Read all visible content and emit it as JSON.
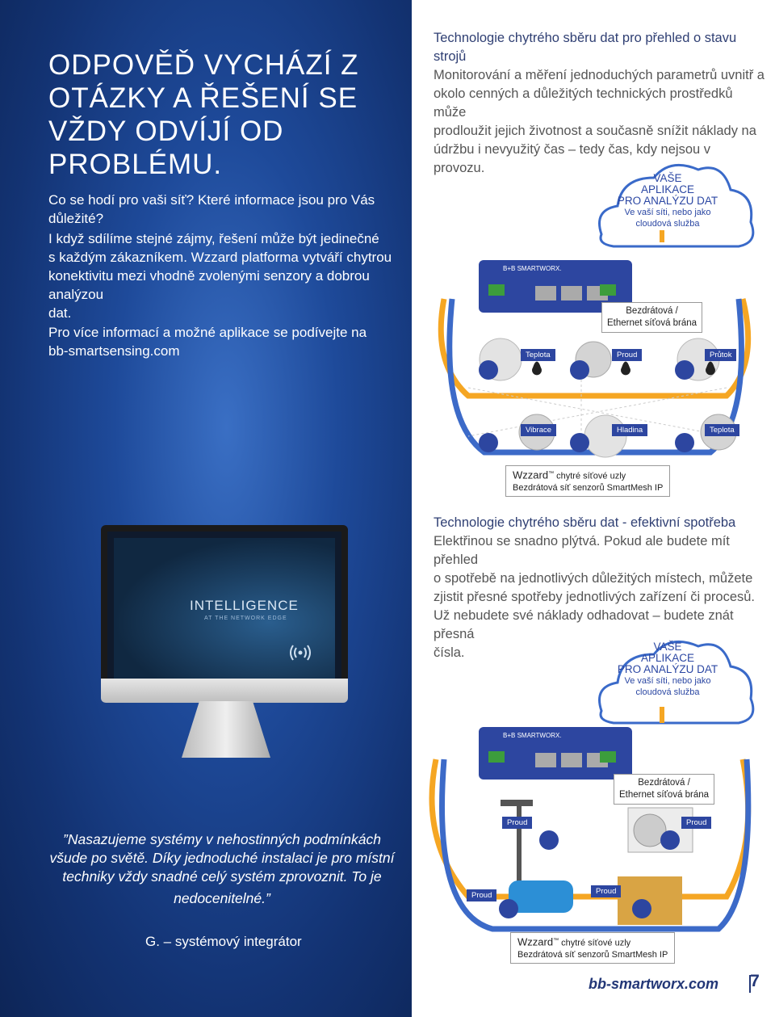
{
  "left": {
    "headline": [
      "ODPOVĚĎ VYCHÁZÍ Z",
      "OTÁZKY A ŘEŠENÍ SE",
      "VŽDY ODVÍJÍ OD",
      "PROBLÉMU."
    ],
    "question": "Co se hodí pro vaši síť? Které informace jsou pro Vás důležité?",
    "paragraph": [
      "I když sdílíme stejné zájmy, řešení může být jedinečné",
      "s každým zákazníkem. Wzzard platforma vytváří chytrou",
      "konektivitu mezi vhodně zvolenými senzory a dobrou analýzou",
      "dat."
    ],
    "more_info": [
      "Pro více informací a možné aplikace se podívejte na",
      "bb-smartsensing.com"
    ],
    "monitor_text": "INTELLIGENCE",
    "monitor_sub": "AT THE NETWORK EDGE",
    "quote": [
      "”Nasazujeme systémy v nehostinných podmínkách",
      "všude po světě. Díky jednoduché instalaci je pro místní",
      "techniky vždy snadné celý systém zprovoznit. To je",
      "nedocenitelné.”"
    ],
    "author": "G. – systémový integrátor"
  },
  "section1": {
    "title": "Technologie chytrého sběru dat pro přehled o stavu strojů",
    "body": [
      "Monitorování a měření jednoduchých parametrů uvnitř a",
      "okolo cenných a důležitých technických prostředků může",
      "prodloužit jejich životnost a současně snížit náklady na",
      "údržbu i nevyužitý čas – tedy čas, kdy nejsou v provozu."
    ],
    "cloud": {
      "line1": "VAŠE",
      "line2": "APLIKACE",
      "line3": "PRO ANALÝZU DAT",
      "sub1": "Ve vaší síti, nebo jako",
      "sub2": "cloudová služba"
    },
    "router_brand": "B+B SMARTWORX.",
    "gateway": [
      "Bezdrátová /",
      "Ethernet síťová brána"
    ],
    "sensors_top": [
      "Teplota",
      "Proud",
      "Průtok"
    ],
    "sensors_bottom": [
      "Vibrace",
      "Hladina",
      "Teplota"
    ],
    "mesh": {
      "brand": "Wzzard",
      "tm": "™",
      "line1": " chytré síťové uzly",
      "line2": "Bezdrátová síť senzorů SmartMesh IP"
    }
  },
  "section2": {
    "title": "Technologie chytrého sběru dat - efektivní spotřeba",
    "body": [
      "Elektřinou se snadno plýtvá. Pokud ale budete mít přehled",
      "o spotřebě na jednotlivých důležitých místech, můžete",
      "zjistit přesné spotřeby jednotlivých zařízení či procesů.",
      "Už nebudete své náklady odhadovat – budete znát přesná",
      "čísla."
    ],
    "cloud": {
      "line1": "VAŠE",
      "line2": "APLIKACE",
      "line3": "PRO ANALÝZU DAT",
      "sub1": "Ve vaší síti, nebo jako",
      "sub2": "cloudová služba"
    },
    "router_brand": "B+B SMARTWORX.",
    "gateway": [
      "Bezdrátová /",
      "Ethernet síťová brána"
    ],
    "sensors": [
      "Proud",
      "Proud",
      "Proud",
      "Proud"
    ],
    "mesh": {
      "brand": "Wzzard",
      "tm": "™",
      "line1": " chytré síťové uzly",
      "line2": "Bezdrátová síť senzorů SmartMesh IP"
    }
  },
  "footer": {
    "site": "bb-smartworx.com",
    "page": "7"
  },
  "colors": {
    "left_bg": "#1e4a9a",
    "accent": "#2d46a0",
    "arrow": "#f5a623"
  }
}
